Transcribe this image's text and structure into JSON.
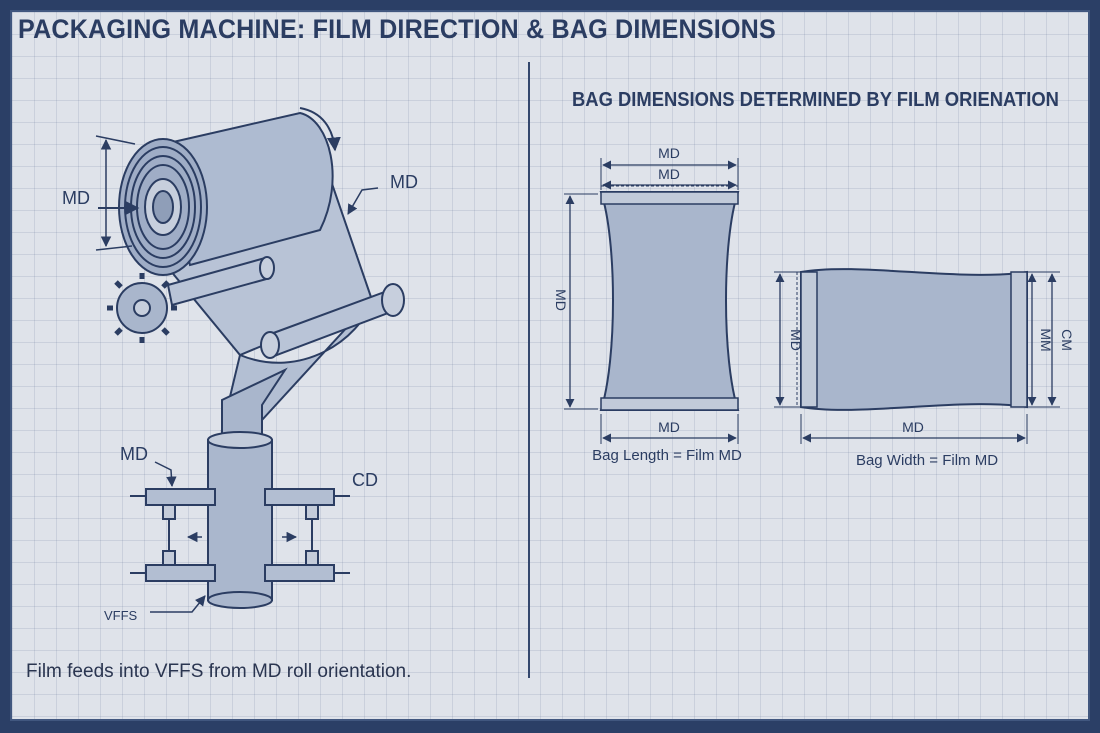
{
  "title": "PACKAGING MACHINE: FILM DIRECTION & BAG DIMENSIONS",
  "right_panel": {
    "title": "BAG DIMENSIONS DETERMINED BY FILM ORIENATION",
    "bag_length": {
      "top_label_outer": "MD",
      "top_label_inner": "MD",
      "side_label": "MD",
      "bottom_label": "MD",
      "caption": "Bag Length = Film MD"
    },
    "bag_width": {
      "left_label": "MD",
      "right_label_inner": "MM",
      "right_label_outer": "CM",
      "bottom_label": "MD",
      "caption": "Bag Width = Film MD"
    }
  },
  "machine": {
    "roll_label": "MD",
    "film_label": "MD",
    "jaw_label_md": "MD",
    "jaw_label_cd": "CD",
    "vffs_label": "VFFS"
  },
  "footnote": "Film feeds into VFFS from MD roll orientation.",
  "colors": {
    "background": "#dfe3ea",
    "frame": "#2b3f66",
    "ink": "#2b3d62",
    "fill": "#a9b6cc",
    "fill_light": "#c3ccdb"
  }
}
